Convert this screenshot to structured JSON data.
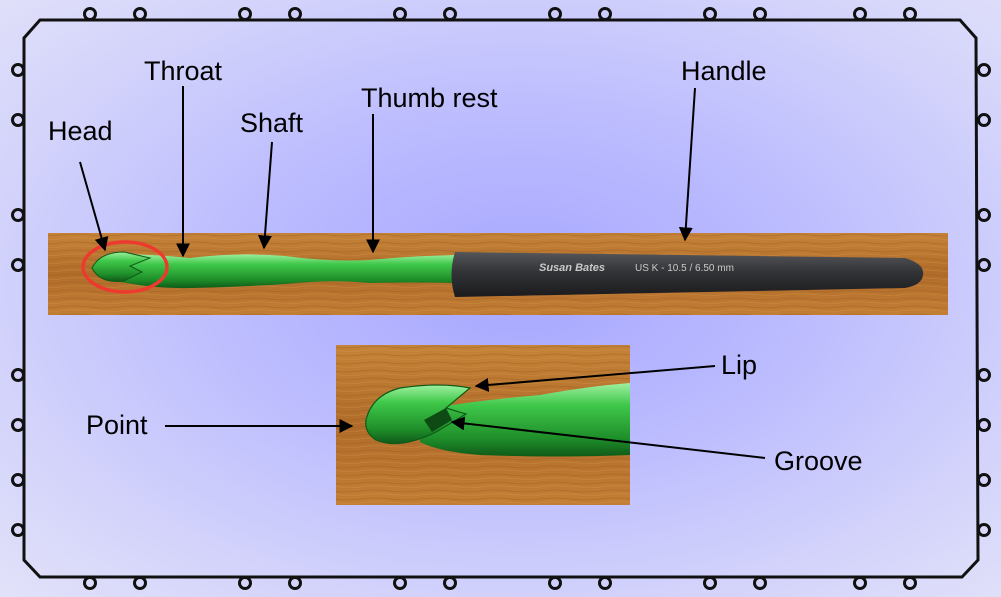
{
  "labels": {
    "head": "Head",
    "throat": "Throat",
    "shaft": "Shaft",
    "thumb_rest": "Thumb rest",
    "handle": "Handle",
    "lip": "Lip",
    "point": "Point",
    "groove": "Groove"
  },
  "hook_print": {
    "brand": "Susan Bates",
    "size": "US K - 10.5 / 6.50 mm"
  },
  "colors": {
    "background": "#b6b6ff",
    "border": "#111111",
    "wood": "#b8742f",
    "hook_green": "#2fae3a",
    "handle_dark": "#2f2f31",
    "highlight_circle": "#ee3a2e",
    "arrow": "#000000"
  }
}
